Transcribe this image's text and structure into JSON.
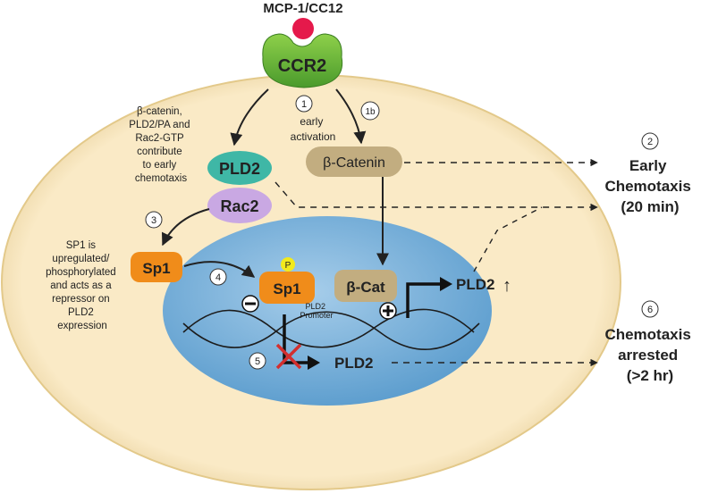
{
  "ligand": "MCP-1/CC12",
  "receptor": "CCR2",
  "steps": {
    "s1": "1",
    "s1b": "1b",
    "s2": "2",
    "s3": "3",
    "s4": "4",
    "s5": "5",
    "s6": "6"
  },
  "early_activation": [
    "early",
    "activation"
  ],
  "annotation_top": [
    "β-catenin,",
    "PLD2/PA and",
    "Rac2-GTP",
    "contribute",
    "to early",
    "chemotaxis"
  ],
  "annotation_sp1": [
    "SP1 is",
    "upregulated/",
    "phosphorylated",
    "and acts as a",
    "repressor on",
    "PLD2",
    "expression"
  ],
  "proteins": {
    "pld2": "PLD2",
    "rac2": "Rac2",
    "beta_catenin": "β-Catenin",
    "sp1_cyto": "Sp1",
    "sp1_nuc": "Sp1",
    "beta_cat_nuc": "β-Cat",
    "phospho": "P"
  },
  "promoter_label": [
    "PLD2",
    "Promoter"
  ],
  "signs": {
    "minus": "−",
    "plus": "+"
  },
  "gene_active": "PLD2",
  "gene_up_arrow": "↑",
  "gene_repressed": "PLD2",
  "outcomes": {
    "early": [
      "Early",
      "Chemotaxis",
      "(20 min)"
    ],
    "arrested": [
      "Chemotaxis",
      "arrested",
      "(>2 hr)"
    ]
  },
  "colors": {
    "cell": "#faeac6",
    "nucleus": "#7ab3dc",
    "receptor": "#6ab63f",
    "ligand": "#e5194b",
    "pld2": "#3fb7a6",
    "rac2": "#c9a8e3",
    "beta_catenin": "#c2ad80",
    "sp1": "#f08c1a",
    "phospho": "#f2ea1c",
    "cross": "#d32f2f"
  }
}
